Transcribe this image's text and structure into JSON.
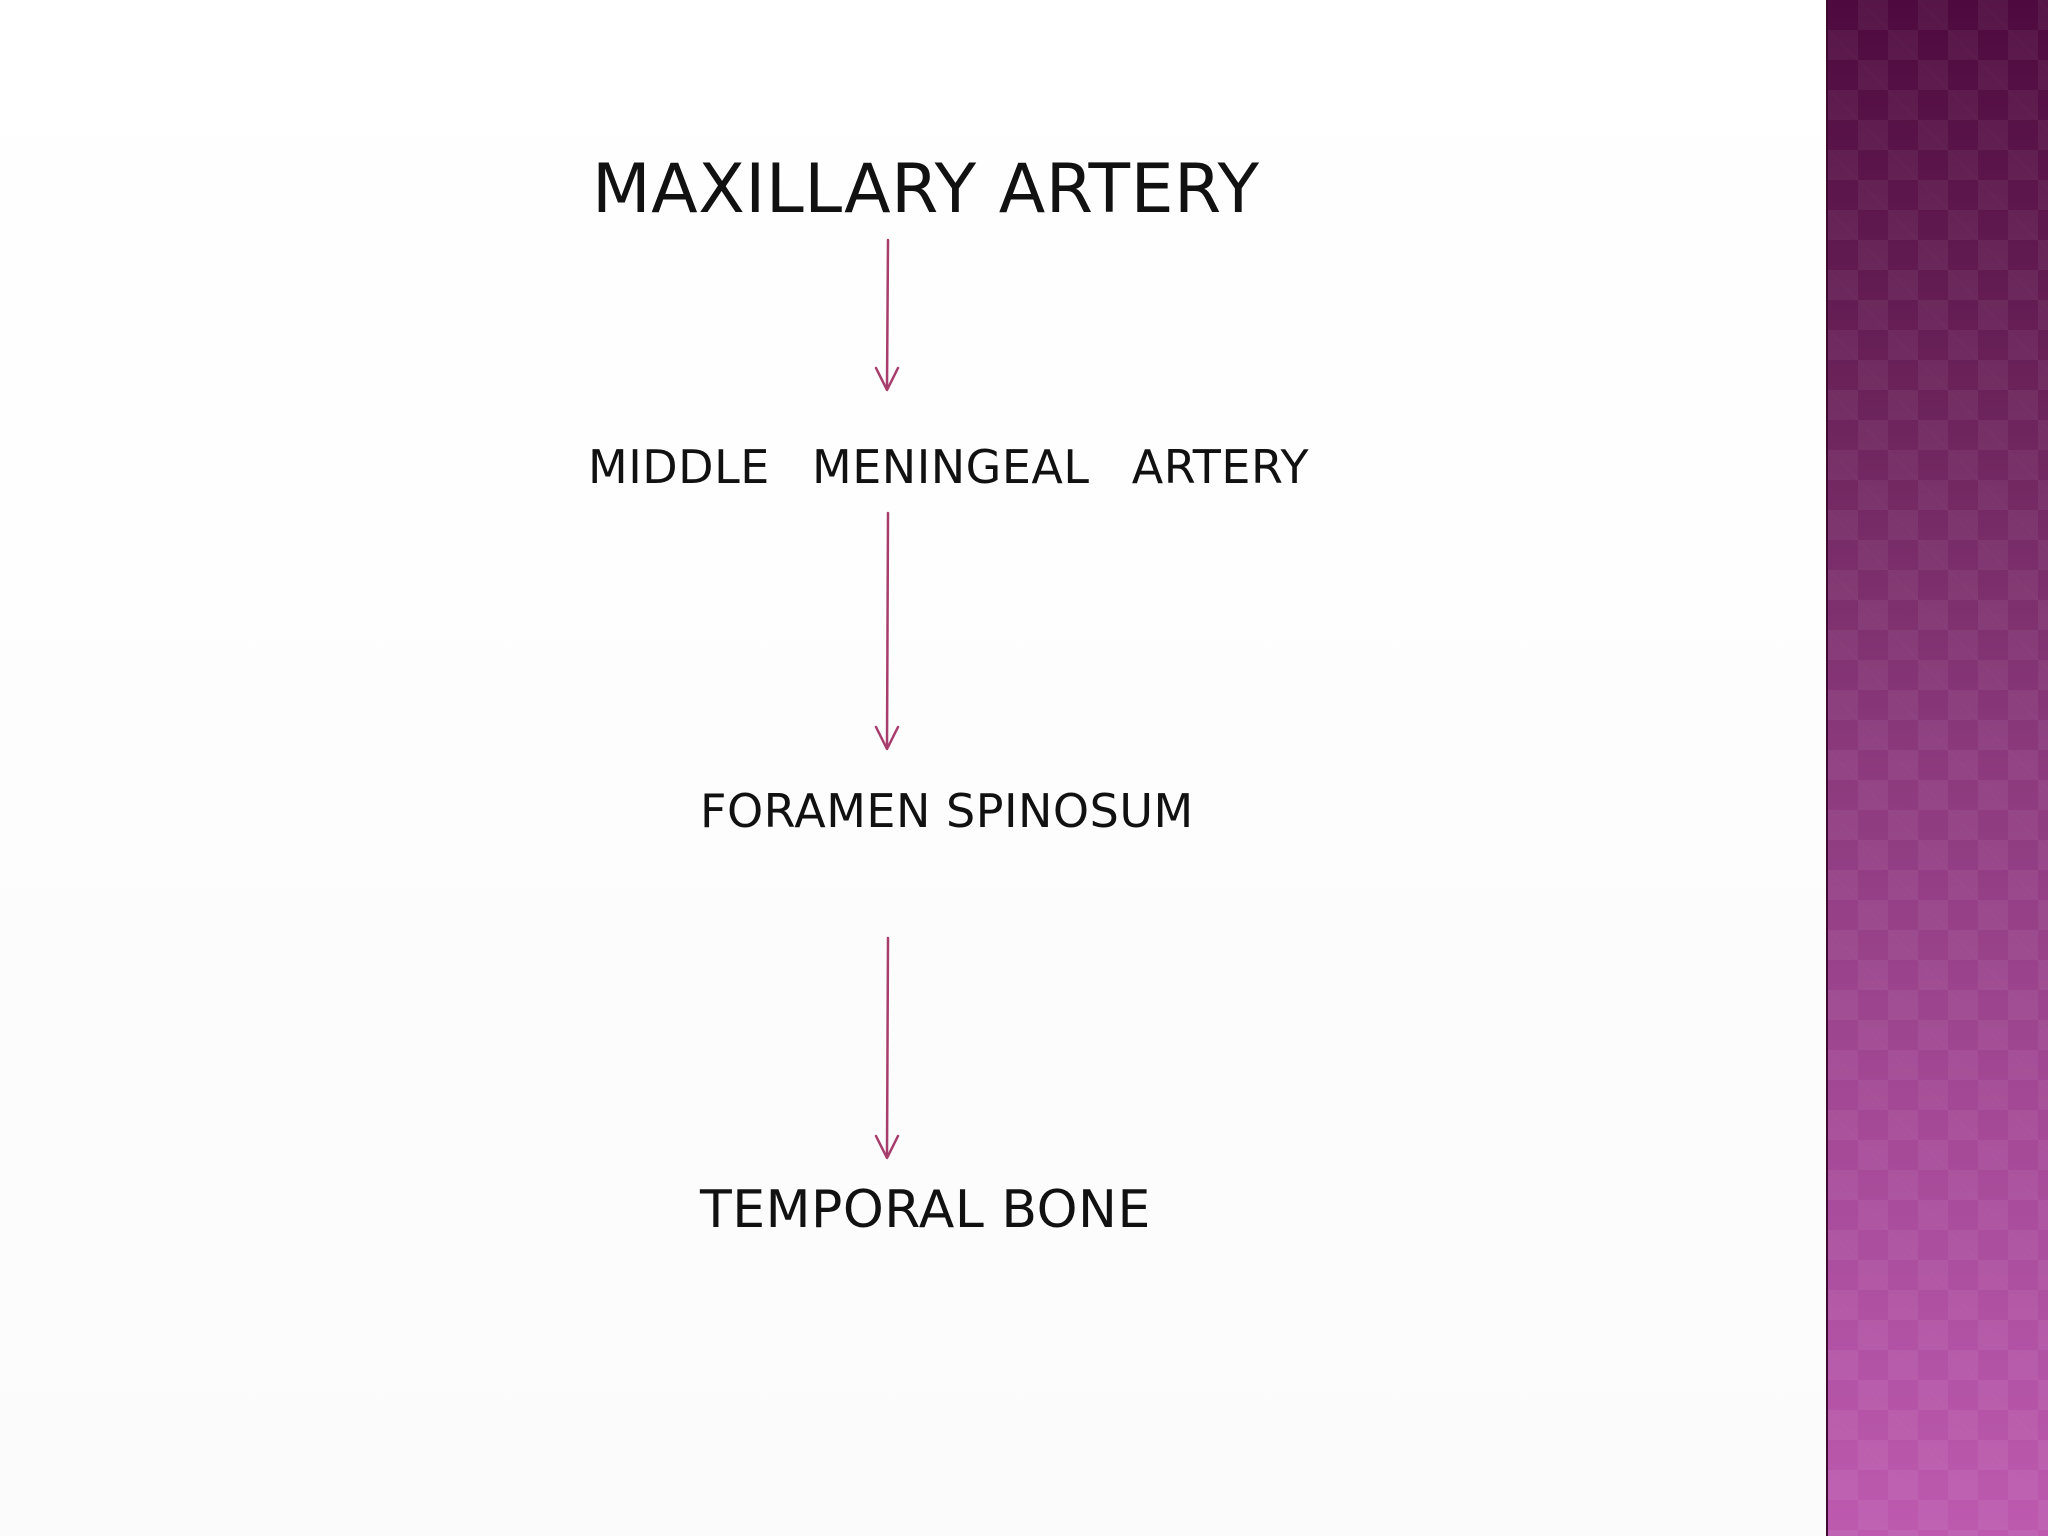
{
  "slide": {
    "nodes": [
      {
        "label": "MAXILLARY ARTERY"
      },
      {
        "label": "MIDDLE  MENINGEAL  ARTERY"
      },
      {
        "label": "FORAMEN SPINOSUM"
      },
      {
        "label": "TEMPORAL BONE"
      }
    ],
    "arrow_color": "#a63d6d",
    "side_band_colors": [
      "#4e0a3e",
      "#bd5aaf"
    ]
  }
}
